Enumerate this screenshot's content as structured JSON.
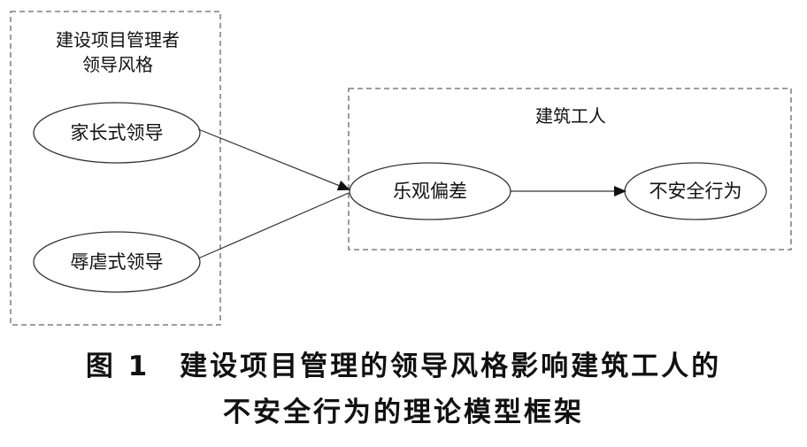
{
  "leader_group": {
    "title_line1": "建设项目管理者",
    "title_line2": "领导风格",
    "node_paternalistic": "家长式领导",
    "node_abusive": "辱虐式领导"
  },
  "worker_group": {
    "title": "建筑工人",
    "node_optimism_bias": "乐观偏差",
    "node_unsafe_behavior": "不安全行为"
  },
  "caption": {
    "line1": "图 1　建设项目管理的领导风格影响建筑工人的",
    "line2": "不安全行为的理论模型框架"
  },
  "edges": [
    {
      "from": "家长式领导",
      "to": "乐观偏差"
    },
    {
      "from": "辱虐式领导",
      "to": "乐观偏差"
    },
    {
      "from": "乐观偏差",
      "to": "不安全行为"
    }
  ]
}
